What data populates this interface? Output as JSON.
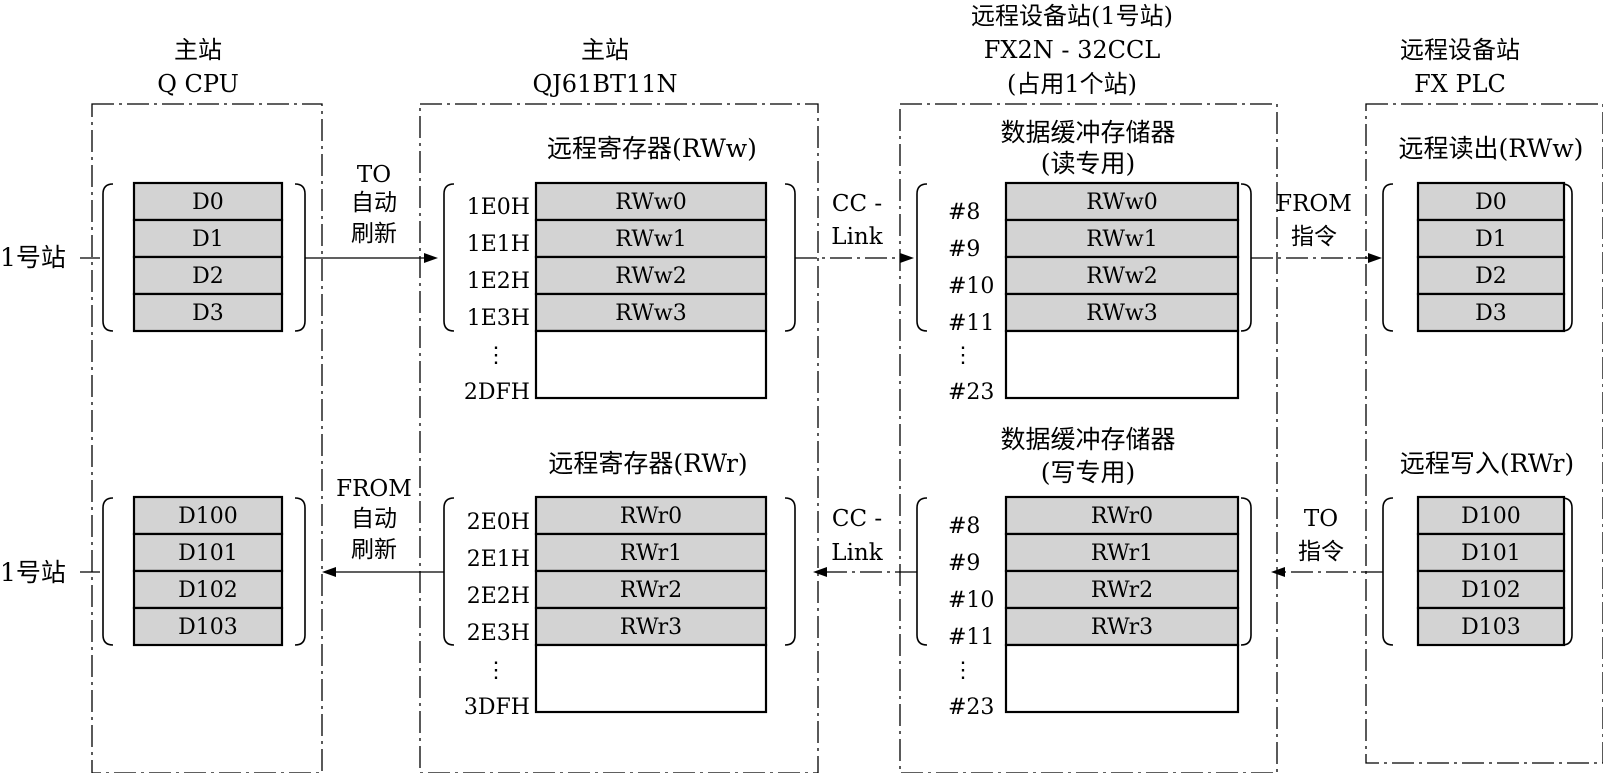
{
  "columns": {
    "qcpu": {
      "title": "主站",
      "subtitle": "Q  CPU"
    },
    "qj61": {
      "title": "主站",
      "subtitle": "QJ61BT11N"
    },
    "fx2n": {
      "title": "远程设备站(1号站)",
      "subtitle": "FX2N - 32CCL",
      "note": "(占用1个站)"
    },
    "fxplc": {
      "title": "远程设备站",
      "subtitle": "FX  PLC"
    }
  },
  "station_labels": [
    "1号站",
    "1号站"
  ],
  "qcpu": {
    "top_cells": [
      "D0",
      "D1",
      "D2",
      "D3"
    ],
    "bottom_cells": [
      "D100",
      "D101",
      "D102",
      "D103"
    ]
  },
  "qj61": {
    "top_title": "远程寄存器(RWw)",
    "top_cells": [
      "RWw0",
      "RWw1",
      "RWw2",
      "RWw3"
    ],
    "top_addresses": [
      "1E0H",
      "1E1H",
      "1E2H",
      "1E3H"
    ],
    "top_end_address": "2DFH",
    "bottom_title": "远程寄存器(RWr)",
    "bottom_cells": [
      "RWr0",
      "RWr1",
      "RWr2",
      "RWr3"
    ],
    "bottom_addresses": [
      "2E0H",
      "2E1H",
      "2E2H",
      "2E3H"
    ],
    "bottom_end_address": "3DFH",
    "vdots": "⋮"
  },
  "fx2n": {
    "top_title_1": "数据缓冲存储器",
    "top_title_2": "(读专用)",
    "top_cells": [
      "RWw0",
      "RWw1",
      "RWw2",
      "RWw3"
    ],
    "top_addresses": [
      "#8",
      "#9",
      "#10",
      "#11"
    ],
    "top_end_address": "#23",
    "bottom_title_1": "数据缓冲存储器",
    "bottom_title_2": "(写专用)",
    "bottom_cells": [
      "RWr0",
      "RWr1",
      "RWr2",
      "RWr3"
    ],
    "bottom_addresses": [
      "#8",
      "#9",
      "#10",
      "#11"
    ],
    "bottom_end_address": "#23",
    "vdots": "⋮"
  },
  "fxplc": {
    "top_title": "远程读出(RWw)",
    "top_cells": [
      "D0",
      "D1",
      "D2",
      "D3"
    ],
    "bottom_title": "远程写入(RWr)",
    "bottom_cells": [
      "D100",
      "D101",
      "D102",
      "D103"
    ]
  },
  "links": {
    "to_auto_1": "TO",
    "to_auto_2": "自动",
    "to_auto_3": "刷新",
    "cclink_top_1": "CC -",
    "cclink_top_2": "Link",
    "from_cmd_1": "FROM",
    "from_cmd_2": "指令",
    "from_auto_1": "FROM",
    "from_auto_2": "自动",
    "from_auto_3": "刷新",
    "cclink_bottom_1": "CC -",
    "cclink_bottom_2": "Link",
    "to_cmd_1": "TO",
    "to_cmd_2": "指令"
  }
}
